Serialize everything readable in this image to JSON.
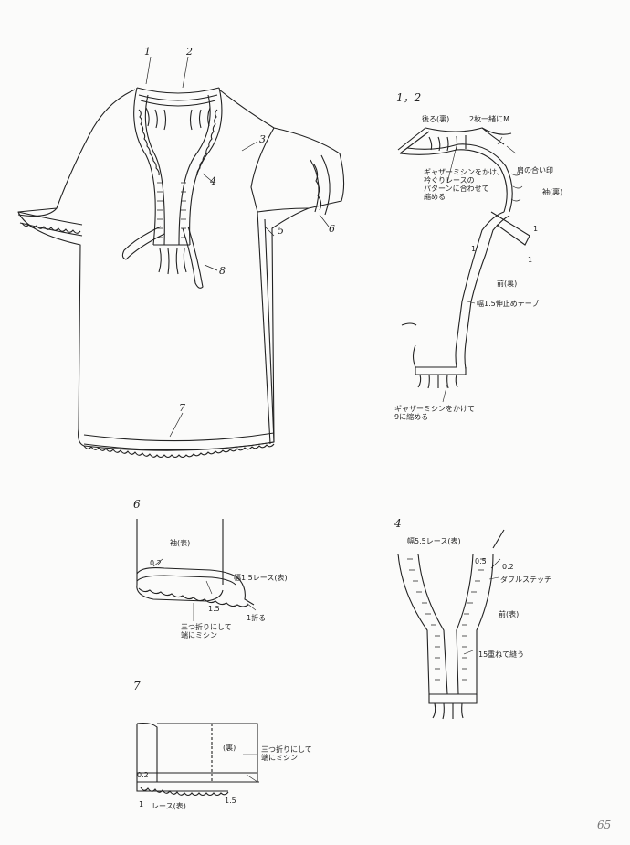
{
  "main": {
    "callouts": [
      "1",
      "2",
      "3",
      "4",
      "5",
      "6",
      "7",
      "8"
    ]
  },
  "sections": {
    "s12": {
      "title": "1，2",
      "back": "後ろ(裏)",
      "two_layers": "2枚一緒にM",
      "gather_note": "ギャザーミシンをかけ、\n衿ぐりレースの\nパターンに合わせて\n縮める",
      "shoulder_mark": "肩の合い印",
      "sleeve": "袖(裏)",
      "n1a": "1",
      "n1b": "1",
      "n1c": "1",
      "front": "前(裏)",
      "tape": "幅1.5伸止めテープ",
      "gather9": "ギャザーミシンをかけて\n9に縮める"
    },
    "s6": {
      "title": "6",
      "sleeve": "袖(表)",
      "v02": "0.2",
      "lace": "幅1.5レース(表)",
      "v15": "1.5",
      "fold1": "1折る",
      "note": "三つ折りにして\n端にミシン"
    },
    "s4": {
      "title": "4",
      "lace": "幅5.5レース(表)",
      "v05": "0.5",
      "v02": "0.2",
      "double": "ダブルステッチ",
      "front": "前(表)",
      "overlap": "15重ねて縫う"
    },
    "s7": {
      "title": "7",
      "ura": "(裏)",
      "note": "三つ折りにして\n端にミシン",
      "v02": "0.2",
      "v1": "1",
      "lace": "レース(表)",
      "v15": "1.5"
    }
  },
  "page_number": "65"
}
